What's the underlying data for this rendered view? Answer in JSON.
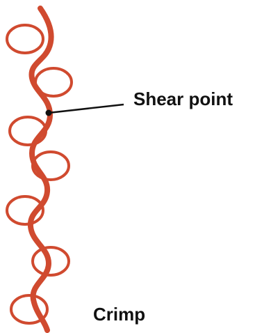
{
  "labels": {
    "shear_point": "Shear point",
    "crimp": "Crimp"
  },
  "colors": {
    "fiber": "#d04a2f",
    "text": "#111111",
    "pointer": "#111111"
  },
  "icons": [
    "fiber-strand",
    "pointer-dot"
  ]
}
